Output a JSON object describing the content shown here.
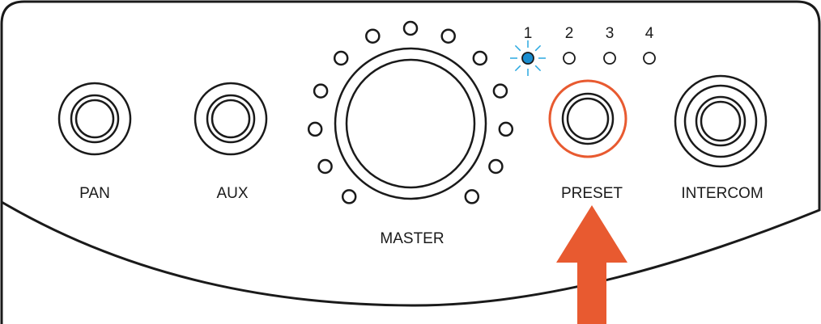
{
  "labels": {
    "pan": "PAN",
    "aux": "AUX",
    "master": "MASTER",
    "preset": "PRESET",
    "intercom": "INTERCOM"
  },
  "presets": [
    {
      "number": "1",
      "active": true
    },
    {
      "number": "2",
      "active": false
    },
    {
      "number": "3",
      "active": false
    },
    {
      "number": "4",
      "active": false
    }
  ],
  "colors": {
    "outline": "#1a1a1a",
    "highlight": "#e85a30",
    "led_active": "#1a8ed0",
    "led_glow": "#2aa8e0",
    "arrow": "#e85a30"
  },
  "icons": {
    "arrow": "arrow-up-icon",
    "led": "led-indicator-icon"
  }
}
